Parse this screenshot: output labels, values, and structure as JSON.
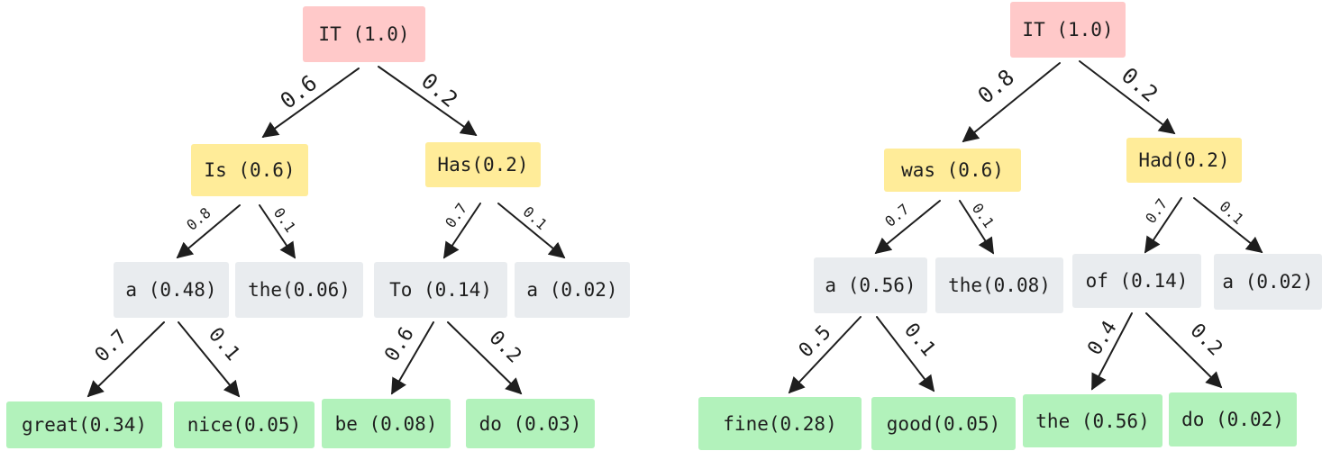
{
  "trees": [
    {
      "root": "IT (1.0)",
      "level1": [
        {
          "label": "Is (0.6)",
          "edge": "0.6"
        },
        {
          "label": "Has(0.2)",
          "edge": "0.2"
        }
      ],
      "level2": [
        {
          "label": "a (0.48)",
          "edge": "0.8"
        },
        {
          "label": "the(0.06)",
          "edge": "0.1"
        },
        {
          "label": "To (0.14)",
          "edge": "0.7"
        },
        {
          "label": "a (0.02)",
          "edge": "0.1"
        }
      ],
      "level3": [
        {
          "label": "great(0.34)",
          "edge": "0.7"
        },
        {
          "label": "nice(0.05)",
          "edge": "0.1"
        },
        {
          "label": "be (0.08)",
          "edge": "0.6"
        },
        {
          "label": "do (0.03)",
          "edge": "0.2"
        }
      ]
    },
    {
      "root": "IT (1.0)",
      "level1": [
        {
          "label": "was (0.6)",
          "edge": "0.8"
        },
        {
          "label": "Had(0.2)",
          "edge": "0.2"
        }
      ],
      "level2": [
        {
          "label": "a (0.56)",
          "edge": "0.7"
        },
        {
          "label": "the(0.08)",
          "edge": "0.1"
        },
        {
          "label": "of (0.14)",
          "edge": "0.7"
        },
        {
          "label": "a (0.02)",
          "edge": "0.1"
        }
      ],
      "level3": [
        {
          "label": "fine(0.28)",
          "edge": "0.5"
        },
        {
          "label": "good(0.05)",
          "edge": "0.1"
        },
        {
          "label": "the (0.56)",
          "edge": "0.4"
        },
        {
          "label": "do (0.02)",
          "edge": "0.2"
        }
      ]
    }
  ]
}
